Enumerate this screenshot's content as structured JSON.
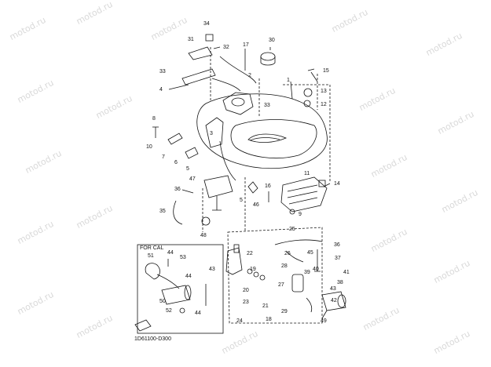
{
  "watermark": "motod.ru",
  "inset_label": "FOR CAL",
  "catalog_code": "1D61100-D300",
  "callouts": {
    "c34": "34",
    "c31": "31",
    "c32": "32",
    "c17": "17",
    "c30": "30",
    "c33a": "33",
    "c2": "2",
    "c15": "15",
    "c4": "4",
    "c1": "1",
    "c13": "13",
    "c33b": "33",
    "c12": "12",
    "c8": "8",
    "c3": "3",
    "c10": "10",
    "c7": "7",
    "c6": "6",
    "c5a": "5",
    "c47": "47",
    "c11": "11",
    "c14": "14",
    "c36a": "36",
    "c16": "16",
    "c35": "35",
    "c5b": "5",
    "c46": "46",
    "c9": "9",
    "c48": "48",
    "c25": "25",
    "c36b": "36",
    "c22": "22",
    "c26": "26",
    "c45": "45",
    "c37": "37",
    "c19": "19",
    "c28": "28",
    "c40": "40",
    "c41": "41",
    "c39": "39",
    "c20": "20",
    "c38": "38",
    "c27": "27",
    "c23": "23",
    "c21": "21",
    "c43a": "43",
    "c42": "42",
    "c29": "29",
    "c24": "24",
    "c18": "18",
    "c49": "49",
    "c51": "51",
    "c44a": "44",
    "c53": "53",
    "c44b": "44",
    "c43b": "43",
    "c50": "50",
    "c52": "52",
    "c44c": "44"
  }
}
